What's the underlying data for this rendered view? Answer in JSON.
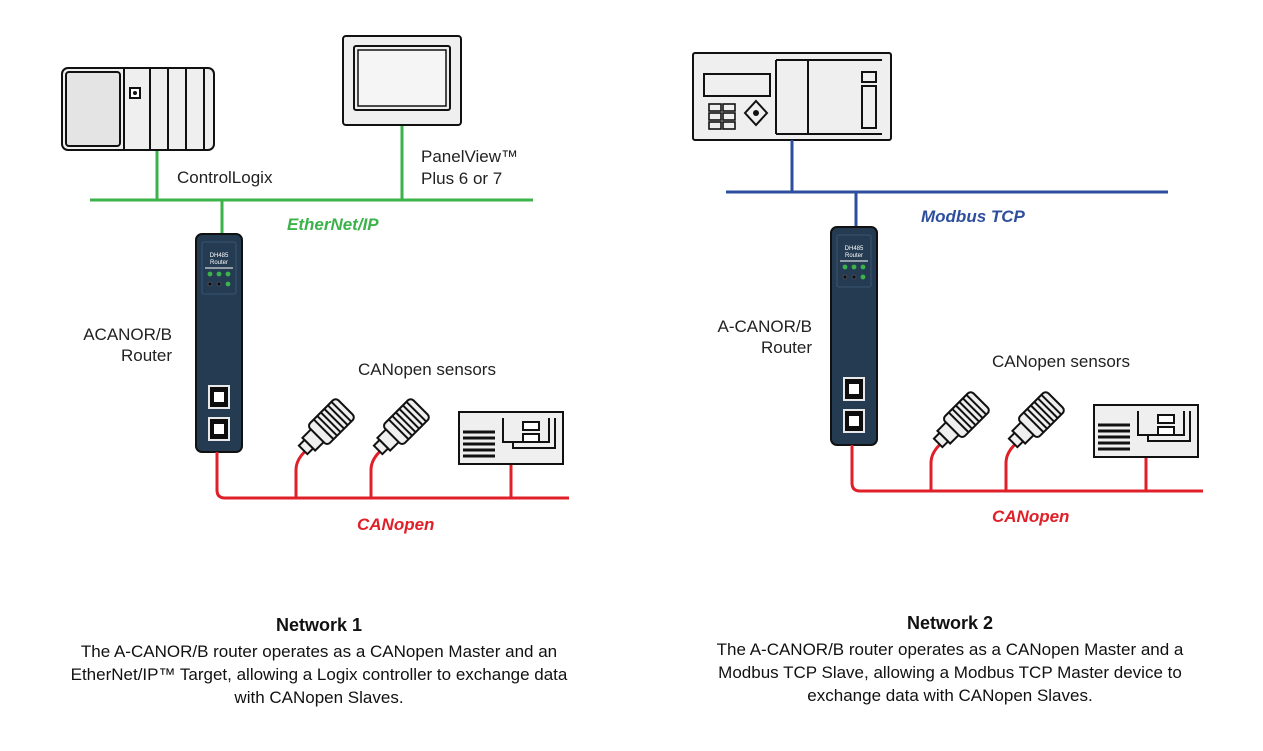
{
  "colors": {
    "ethernet_ip": "#3cb34a",
    "modbus_tcp": "#2e4f9e",
    "canopen": "#e02028",
    "device_fill": "#efefef",
    "router_body": "#243b52",
    "outline": "#111111"
  },
  "network1": {
    "controllogix_label": "ControlLogix",
    "panelview_label_1": "PanelView™",
    "panelview_label_2": "Plus 6 or 7",
    "bus_label": "EtherNet/IP",
    "router_label_1": "ACANOR/B",
    "router_label_2": "Router",
    "router_faceplate_1": "DH485",
    "router_faceplate_2": "Router",
    "sensors_label": "CANopen sensors",
    "canbus_label": "CANopen",
    "title": "Network 1",
    "description": "The A-CANOR/B router operates as a CANopen Master and an EtherNet/IP™ Target, allowing a Logix controller to exchange data with CANopen Slaves."
  },
  "network2": {
    "bus_label": "Modbus TCP",
    "router_label_1": "A-CANOR/B",
    "router_label_2": "Router",
    "router_faceplate_1": "DH485",
    "router_faceplate_2": "Router",
    "sensors_label": "CANopen sensors",
    "canbus_label": "CANopen",
    "title": "Network 2",
    "description": "The A-CANOR/B router operates as a CANopen Master and a Modbus TCP Slave, allowing a Modbus TCP Master device to exchange data with CANopen Slaves."
  }
}
